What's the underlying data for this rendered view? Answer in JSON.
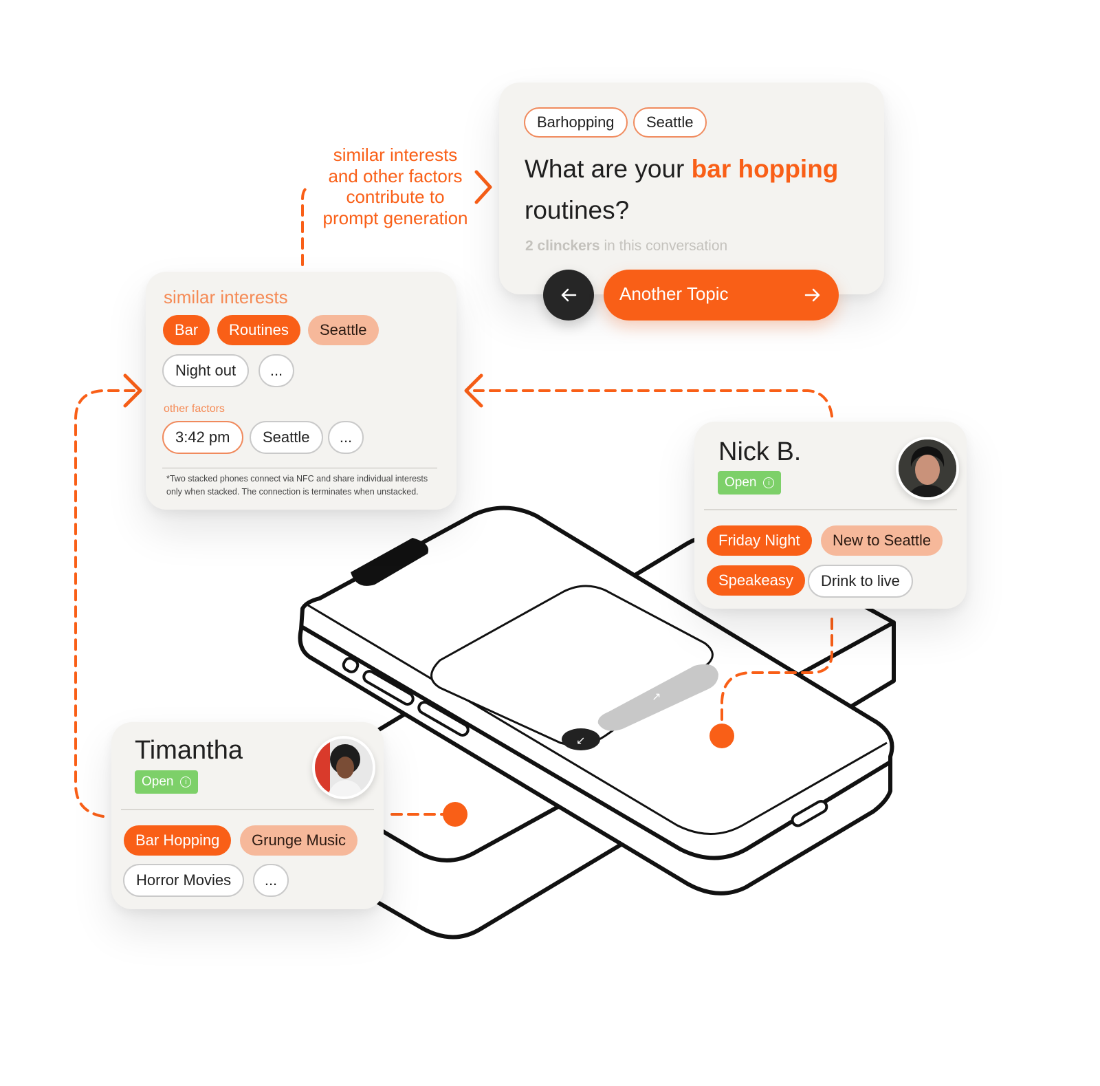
{
  "prompt_card": {
    "tags": [
      "Barhopping",
      "Seattle"
    ],
    "question_start": "What are your",
    "question_highlight": "bar hopping",
    "question_end": "routines?",
    "participants_count": "2 clinckers",
    "participants_suffix": "in this conversation",
    "back_icon": "arrow-left-icon",
    "next_button_label": "Another Topic",
    "next_icon": "arrow-right-icon"
  },
  "annotation": {
    "line1": "similar interests",
    "line2": "and other factors",
    "line3": "contribute to",
    "line4": "prompt generation"
  },
  "interests_card": {
    "title": "similar interests",
    "interests": [
      "Bar",
      "Routines",
      "Seattle",
      "Night out",
      "..."
    ],
    "factors_title": "other factors",
    "factors": [
      "3:42 pm",
      "Seattle",
      "..."
    ],
    "footnote_line1": "*Two stacked phones connect via NFC and share individual interests",
    "footnote_line2": "only when stacked. The connection is terminates when unstacked."
  },
  "nick_card": {
    "name": "Nick B.",
    "status": "Open",
    "status_icon": "info-icon",
    "tags": [
      "Friday Night",
      "New to Seattle",
      "Speakeasy",
      "Drink to live"
    ]
  },
  "timantha_card": {
    "name": "Timantha",
    "status": "Open",
    "status_icon": "info-icon",
    "tags": [
      "Bar Hopping",
      "Grunge Music",
      "Horror Movies",
      "..."
    ]
  },
  "colors": {
    "accent": "#f95f17",
    "soft_accent": "#f6b89a",
    "status_green": "#7dd069",
    "dark": "#262626",
    "card_bg": "#f4f3f0"
  }
}
